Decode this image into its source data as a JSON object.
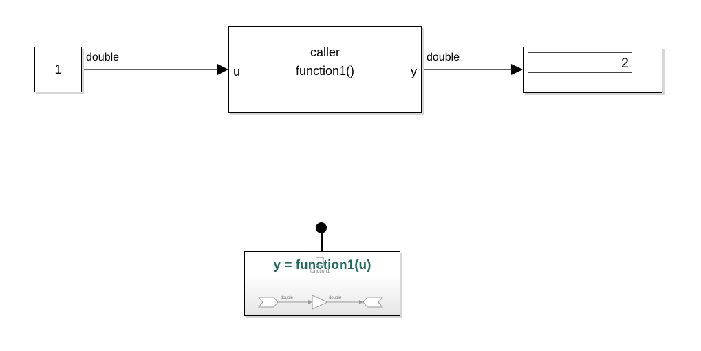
{
  "constant": {
    "value": "1"
  },
  "caller": {
    "title": "caller",
    "call": "function1()",
    "input_port": "u",
    "output_port": "y"
  },
  "display": {
    "value": "2"
  },
  "signals": {
    "in_type": "double",
    "out_type": "double"
  },
  "simulink_function": {
    "signature": "y = function1(u)",
    "subsystem_name": "function1",
    "inner_in_type": "double",
    "inner_out_type": "double"
  }
}
